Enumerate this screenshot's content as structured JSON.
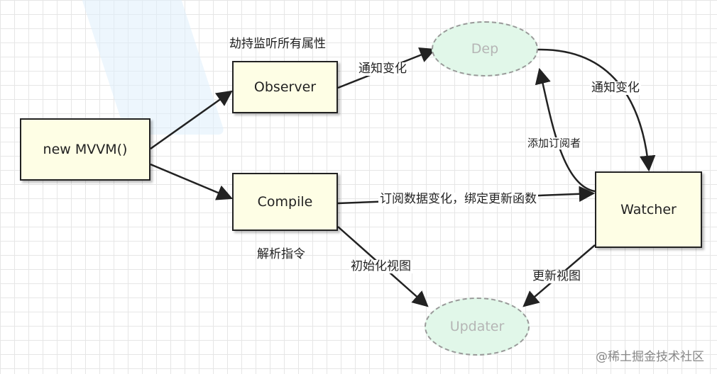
{
  "nodes": {
    "new_mvvm": "new MVVM()",
    "observer": "Observer",
    "compile": "Compile",
    "watcher": "Watcher",
    "dep": "Dep",
    "updater": "Updater"
  },
  "labels": {
    "hijack_all_properties": "劫持监听所有属性",
    "notify_change_1": "通知变化",
    "notify_change_2": "通知变化",
    "add_subscriber": "添加订阅者",
    "subscribe_data_change": "订阅数据变化，绑定更新函数",
    "parse_directives": "解析指令",
    "init_view": "初始化视图",
    "update_view": "更新视图"
  },
  "watermark_text": "@稀土掘金技术社区"
}
